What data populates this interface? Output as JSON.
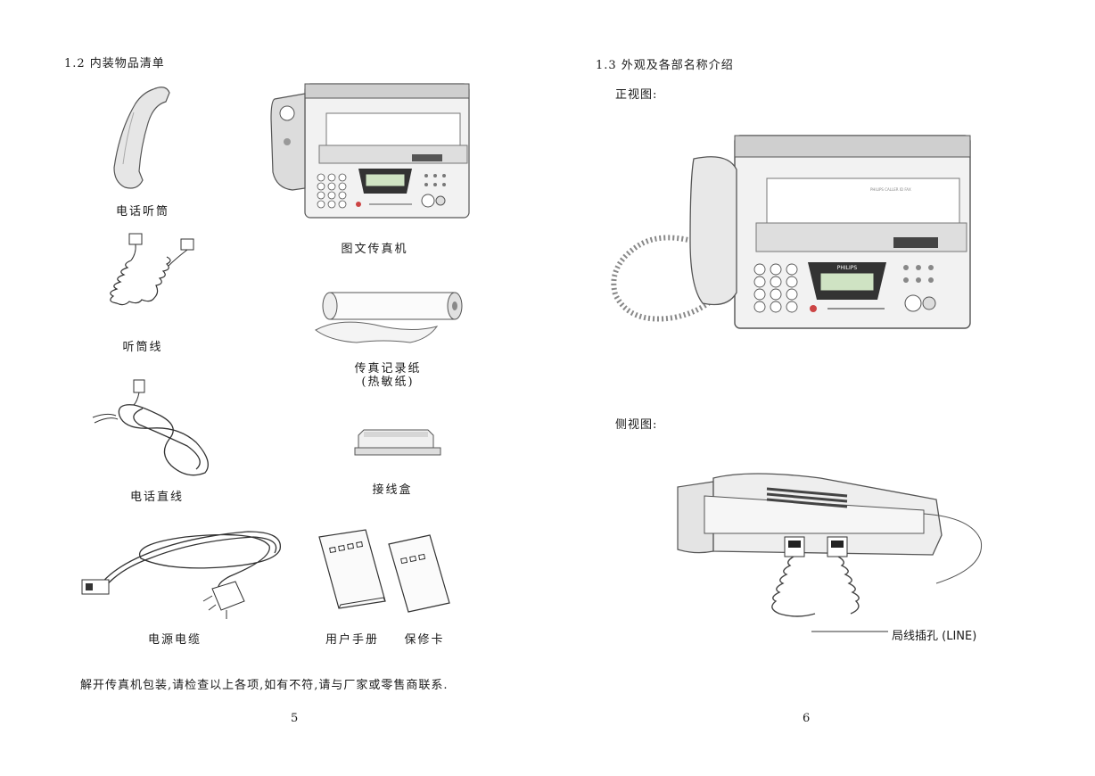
{
  "left_page": {
    "section_heading": "1.2 内装物品清单",
    "items": [
      {
        "label": "电话听筒"
      },
      {
        "label": "图文传真机"
      },
      {
        "label": "听筒线"
      },
      {
        "label_line1": "传真记录纸",
        "label_line2": "(热敏纸)"
      },
      {
        "label": "电话直线"
      },
      {
        "label": "接线盒"
      },
      {
        "label": "电源电缆"
      },
      {
        "label": "用户手册"
      },
      {
        "label": "保修卡"
      }
    ],
    "note": "解开传真机包装,请检查以上各项,如有不符,请与厂家或零售商联系.",
    "page_number": "5"
  },
  "right_page": {
    "section_heading": "1.3 外观及各部名称介绍",
    "front_view_label": "正视图:",
    "side_view_label": "侧视图:",
    "line_jack_label": "局线插孔 (LINE)",
    "fax_brand": "PHILIPS",
    "page_number": "6"
  }
}
